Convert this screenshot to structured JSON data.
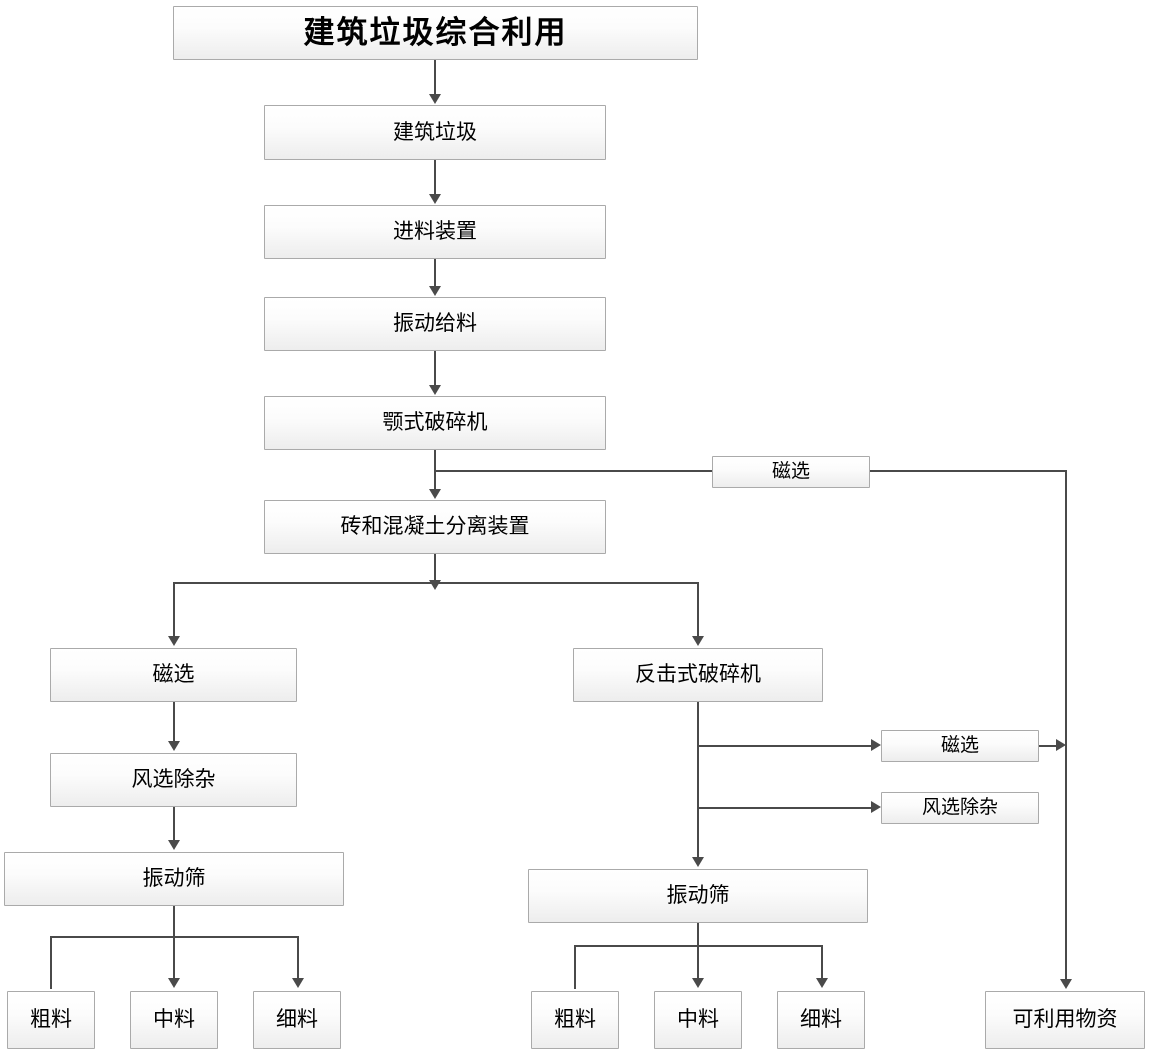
{
  "diagram": {
    "title": "建筑垃圾综合利用",
    "nodes": [
      {
        "id": "title",
        "label": "建筑垃圾综合利用"
      },
      {
        "id": "waste",
        "label": "建筑垃圾"
      },
      {
        "id": "feeder",
        "label": "进料装置"
      },
      {
        "id": "vib_feed",
        "label": "振动给料"
      },
      {
        "id": "jaw",
        "label": "颚式破碎机"
      },
      {
        "id": "mag_top",
        "label": "磁选"
      },
      {
        "id": "separator",
        "label": "砖和混凝土分离装置"
      },
      {
        "id": "mag_left",
        "label": "磁选"
      },
      {
        "id": "air_left",
        "label": "风选除杂"
      },
      {
        "id": "screen_left",
        "label": "振动筛"
      },
      {
        "id": "coarse_left",
        "label": "粗料"
      },
      {
        "id": "medium_left",
        "label": "中料"
      },
      {
        "id": "fine_left",
        "label": "细料"
      },
      {
        "id": "impact",
        "label": "反击式破碎机"
      },
      {
        "id": "mag_right",
        "label": "磁选"
      },
      {
        "id": "air_right",
        "label": "风选除杂"
      },
      {
        "id": "screen_right",
        "label": "振动筛"
      },
      {
        "id": "coarse_right",
        "label": "粗料"
      },
      {
        "id": "medium_right",
        "label": "中料"
      },
      {
        "id": "fine_right",
        "label": "细料"
      },
      {
        "id": "usable",
        "label": "可利用物资"
      }
    ]
  }
}
